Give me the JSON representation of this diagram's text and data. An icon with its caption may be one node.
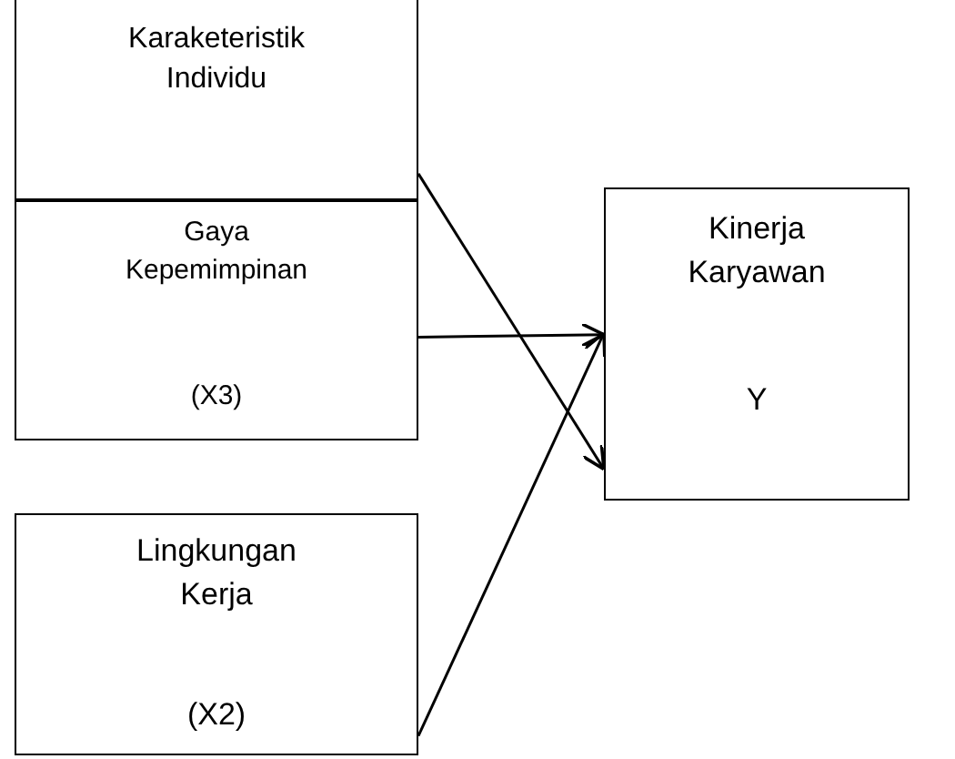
{
  "diagram": {
    "nodes": [
      {
        "text": [
          "Karaketeristik Individu"
        ]
      },
      {
        "text": [
          "Gaya Kepemimpinan",
          "(X3)"
        ]
      },
      {
        "text": [
          "Lingkungan Kerja",
          "(X2)"
        ]
      },
      {
        "text": [
          "Kinerja Karyawan",
          "Y"
        ]
      }
    ],
    "edges": [
      {
        "from": 0,
        "to": 3,
        "arrow": "to"
      },
      {
        "from": 1,
        "to": 3,
        "arrow": "to"
      },
      {
        "from": 2,
        "to": 3,
        "arrow": "to"
      }
    ]
  }
}
